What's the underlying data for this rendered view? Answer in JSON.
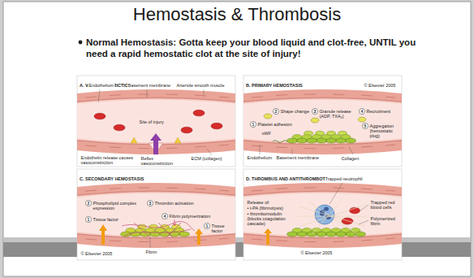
{
  "diagram": {
    "title": "Hemostasis & Thrombosis",
    "nodes": [
      {
        "text": [
          "A. VASOCONSTRICTION"
        ]
      },
      {
        "text": [
          "B. PRIMARY HEMOSTASIS"
        ]
      },
      {
        "text": [
          "C. SECONDARY HEMOSTASIS"
        ]
      },
      {
        "text": [
          "D. THROMBUS AND ANTITHROMBOTIC EVENTS"
        ]
      }
    ],
    "labels": [
      "Normal Hemostasis: Gotta keep your blood liquid and clot-free, UNTIL you need a rapid hemostatic clot at the site of injury!",
      "Endothelium",
      "Basement membrane",
      "Arteriole smooth muscle",
      "Site of injury",
      "Endothelin release causes vasoconstriction",
      "Reflex vasoconstriction",
      "ECM (collagen)",
      "2",
      "Shape change",
      "3",
      "Granule release (ADP, TXA₂)",
      "4",
      "Recruitment",
      "1",
      "Platelet adhesion",
      "vWF",
      "5",
      "Aggregation (hemostatic plug)",
      "© Elsevier 2005",
      "Endothelium",
      "Basement membrane",
      "Collagen",
      "2",
      "Phospholipid complex expression",
      "3",
      "Thrombin activation",
      "4",
      "Fibrin polymerization",
      "1",
      "Tissue factor",
      "1",
      "Tissue factor",
      "Fibrin",
      "© Elsevier 2005",
      "Release of:",
      "• t-PA (fibrinolysis)",
      "• thrombomodulin (blocks coagulation cascade)",
      "Trapped neutrophil",
      "Trapped red blood cells",
      "Polymerized fibrin",
      "© Elsevier 2005"
    ]
  }
}
